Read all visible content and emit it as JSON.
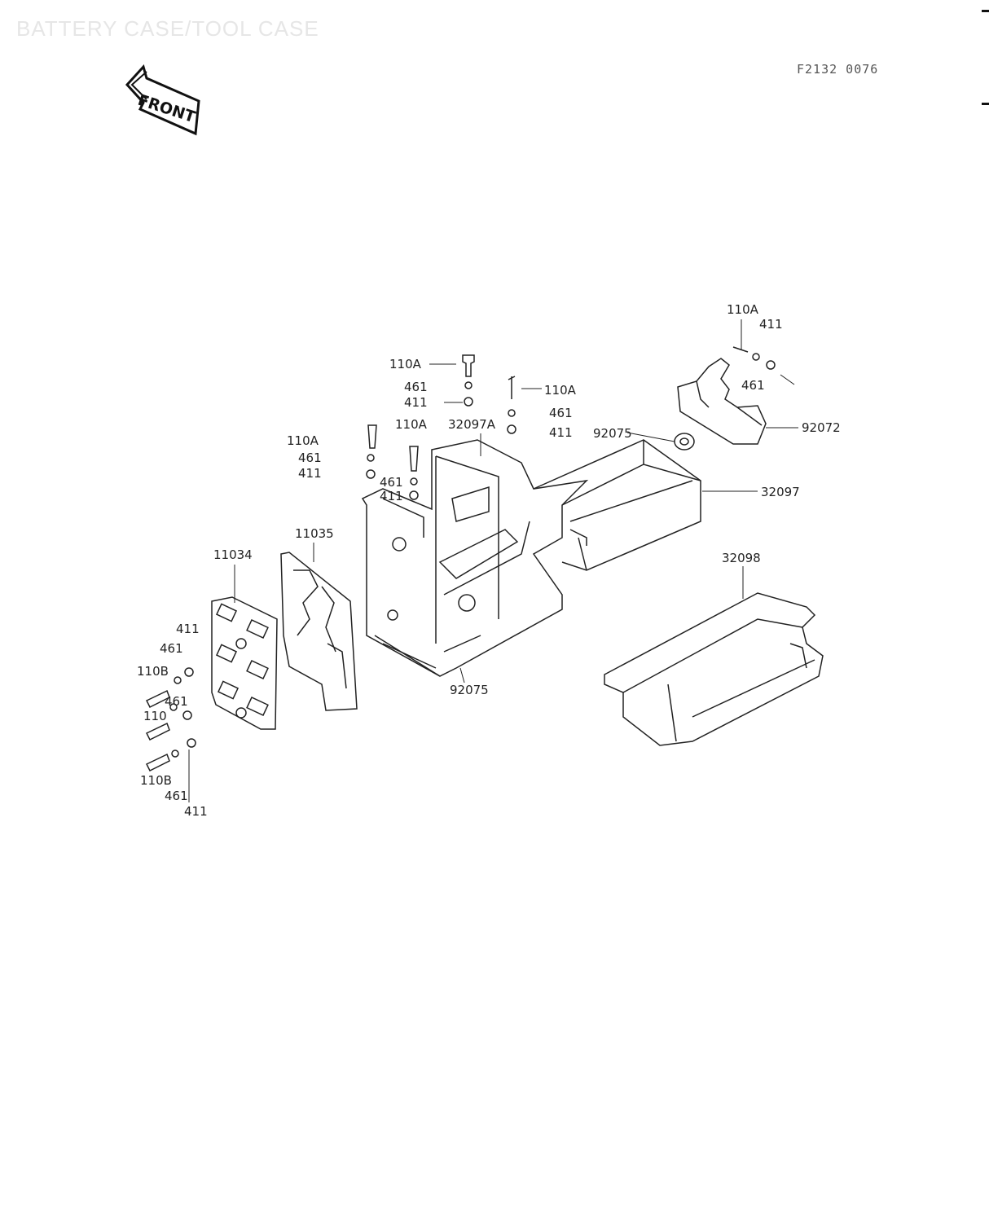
{
  "header": {
    "title": "BATTERY CASE/TOOL CASE",
    "diagram_code": "F2132 0076",
    "front_label": "FRONT"
  },
  "callouts": [
    "110A",
    "411",
    "110A",
    "461",
    "411",
    "110A",
    "461",
    "411",
    "110A",
    "461",
    "411",
    "110A",
    "461",
    "411",
    "32097A",
    "92075",
    "92072",
    "461",
    "32097",
    "32098",
    "11035",
    "11034",
    "411",
    "461",
    "110B",
    "461",
    "110",
    "110B",
    "461",
    "411",
    "92075"
  ]
}
